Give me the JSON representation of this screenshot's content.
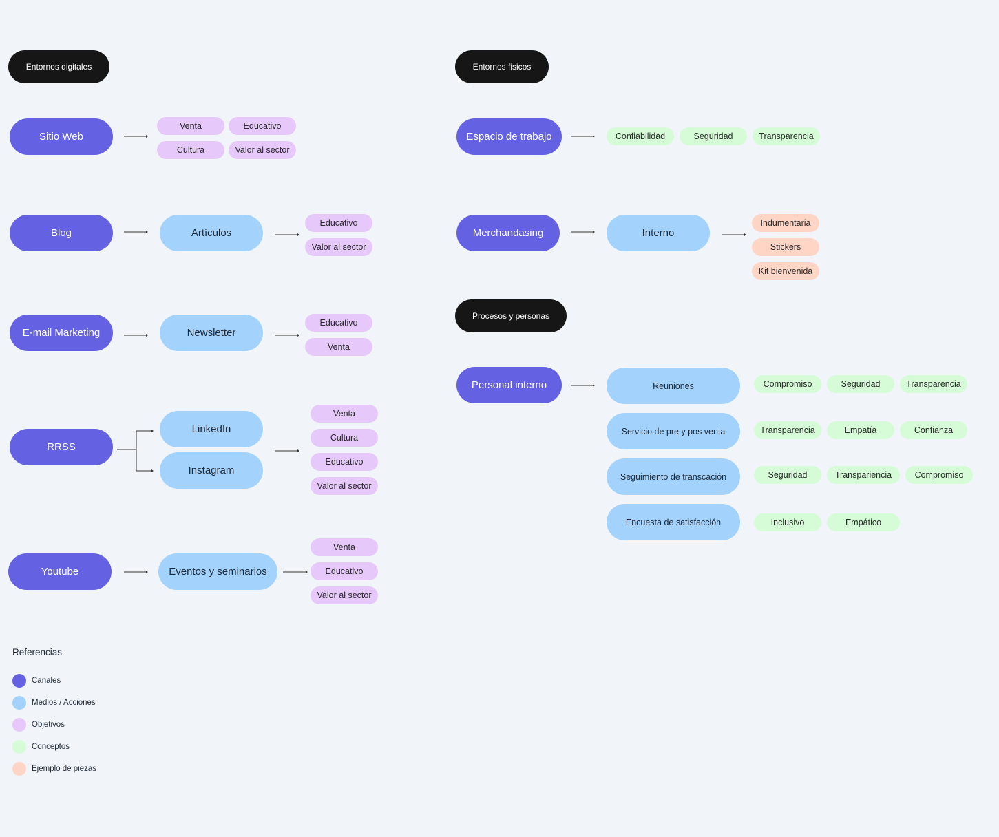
{
  "sections": {
    "digital": "Entornos digitales",
    "fisico": "Entornos fisicos",
    "procesos": "Procesos y personas"
  },
  "digital": {
    "sitio_web": {
      "canal": "Sitio Web",
      "objetivos": [
        "Venta",
        "Educativo",
        "Cultura",
        "Valor al sector"
      ]
    },
    "blog": {
      "canal": "Blog",
      "medio": "Artículos",
      "objetivos": [
        "Educativo",
        "Valor al sector"
      ]
    },
    "email": {
      "canal": "E-mail Marketing",
      "medio": "Newsletter",
      "objetivos": [
        "Educativo",
        "Venta"
      ]
    },
    "rrss": {
      "canal": "RRSS",
      "medios": [
        "LinkedIn",
        "Instagram"
      ],
      "objetivos": [
        "Venta",
        "Cultura",
        "Educativo",
        "Valor al sector"
      ]
    },
    "youtube": {
      "canal": "Youtube",
      "medio": "Eventos y seminarios",
      "objetivos": [
        "Venta",
        "Educativo",
        "Valor al sector"
      ]
    }
  },
  "fisico": {
    "espacio": {
      "canal": "Espacio de trabajo",
      "conceptos": [
        "Confiabilidad",
        "Seguridad",
        "Transparencia"
      ]
    },
    "merch": {
      "canal": "Merchandasing",
      "medio": "Interno",
      "piezas": [
        "Indumentaria",
        "Stickers",
        "Kit bienvenida"
      ]
    }
  },
  "procesos": {
    "canal": "Personal interno",
    "acciones": [
      {
        "label": "Reuniones",
        "conceptos": [
          "Compromiso",
          "Seguridad",
          "Transparencia"
        ]
      },
      {
        "label": "Servicio de pre y pos venta",
        "conceptos": [
          "Transparencia",
          "Empatía",
          "Confianza"
        ]
      },
      {
        "label": "Seguimiento de transcación",
        "conceptos": [
          "Seguridad",
          "Transpariencia",
          "Compromiso"
        ]
      },
      {
        "label": "Encuesta de satisfacción",
        "conceptos": [
          "Inclusivo",
          "Empático"
        ]
      }
    ]
  },
  "legend": {
    "title": "Referencias",
    "items": [
      {
        "label": "Canales",
        "color": "#6561e3"
      },
      {
        "label": "Medios / Acciones",
        "color": "#a3d3fd"
      },
      {
        "label": "Objetivos",
        "color": "#e7c8fb"
      },
      {
        "label": "Conceptos",
        "color": "#d5fcd7"
      },
      {
        "label": "Ejemplo de piezas",
        "color": "#ffd5c6"
      }
    ]
  }
}
